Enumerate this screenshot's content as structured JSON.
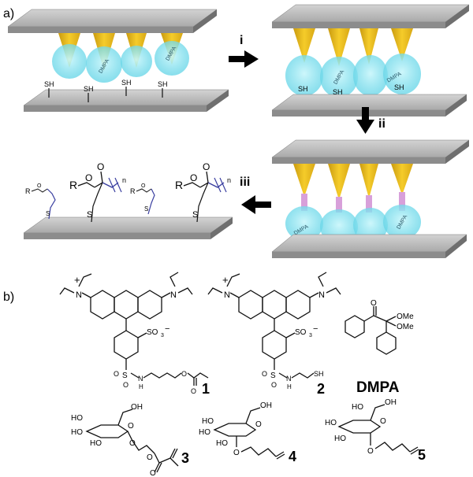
{
  "panels": {
    "a_label": "a)",
    "b_label": "b)"
  },
  "steps": {
    "i": "i",
    "ii": "ii",
    "iii": "iii"
  },
  "scheme_text": {
    "sh": "SH",
    "s": "S",
    "r": "R",
    "o": "O",
    "n": "n",
    "dmpa_blob": "DMPA"
  },
  "compounds": {
    "c1": "1",
    "c2": "2",
    "dmpa": "DMPA",
    "c3": "3",
    "c4": "4",
    "c5": "5"
  },
  "chem_labels": {
    "plus": "+",
    "minus": "−",
    "n_atom": "N",
    "so3": "SO",
    "so3_sub": "3",
    "sulfonyl_o1": "O",
    "sulfonyl_o2": "O",
    "sulfonyl_s": "S",
    "nh": "N",
    "h": "H",
    "sh": "SH",
    "ome1": "OMe",
    "ome2": "OMe",
    "o": "O",
    "ho": "HO",
    "oh": "OH"
  },
  "colors": {
    "plate_top": "#bdbdbd",
    "plate_side": "#8a8a8a",
    "tip": "#f2c21b",
    "tip_dark": "#c79a0f",
    "droplet": "#7fe3f0",
    "pink": "#d9a3d9",
    "arrow": "#000000",
    "chain": "#3a3fa0"
  }
}
